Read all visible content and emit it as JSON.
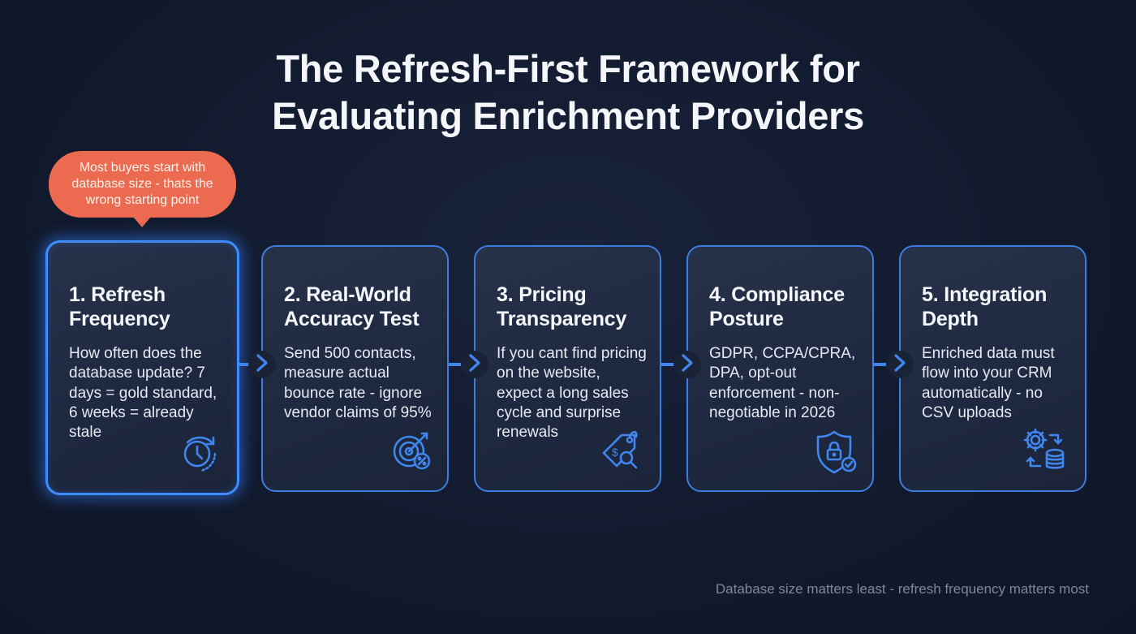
{
  "title": {
    "line1": "The Refresh-First Framework for",
    "line2": "Evaluating Enrichment Providers"
  },
  "callout": {
    "text": "Most buyers start with database size - thats the wrong starting point",
    "color": "#ec6a4f"
  },
  "steps": [
    {
      "title": "1. Refresh Frequency",
      "description": "How often does the database update? 7 days = gold standard, 6 weeks = already stale",
      "icon": "clock-refresh-icon",
      "highlighted": true
    },
    {
      "title": "2. Real-World Accuracy Test",
      "description": "Send 500 contacts, measure actual bounce rate - ignore vendor claims of 95%",
      "icon": "target-percent-icon",
      "highlighted": false
    },
    {
      "title": "3. Pricing Transparency",
      "description": "If you cant find pricing on the website, expect a long sales cycle and surprise renewals",
      "icon": "price-tag-search-icon",
      "highlighted": false
    },
    {
      "title": "4. Compliance Posture",
      "description": "GDPR, CCPA/CPRA, DPA, opt-out enforcement - non-negotiable in 2026",
      "icon": "shield-lock-check-icon",
      "highlighted": false
    },
    {
      "title": "5. Integration Depth",
      "description": "Enriched data must flow into your CRM automatically - no CSV uploads",
      "icon": "gear-database-sync-icon",
      "highlighted": false
    }
  ],
  "footer": {
    "note": "Database size matters least - refresh frequency matters most"
  },
  "colors": {
    "background": "#121a2e",
    "card_border": "#3d7de0",
    "accent_glow": "#3f8cff",
    "callout": "#ec6a4f",
    "footer_text": "#7e889d"
  }
}
